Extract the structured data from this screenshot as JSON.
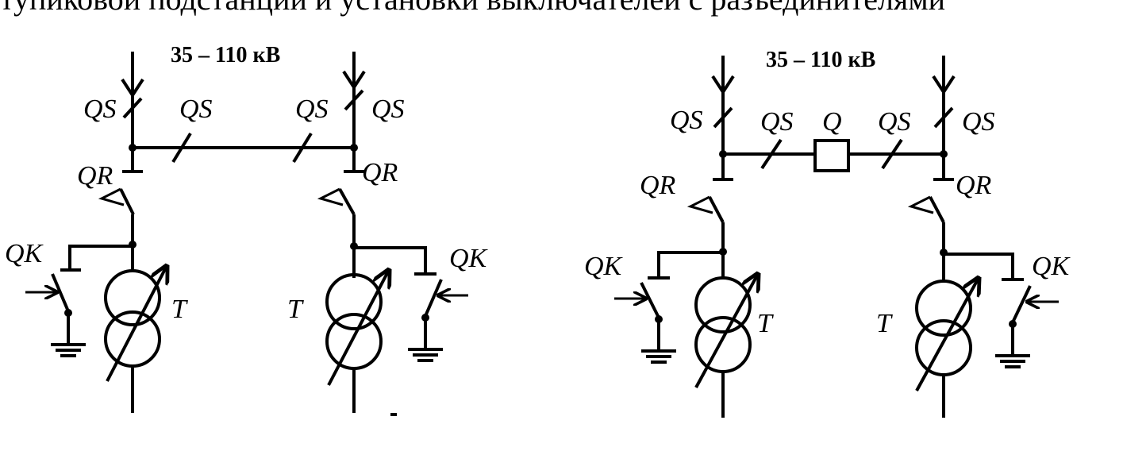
{
  "caption": "тупиковой подстанции и установки выключателей с разъединителями",
  "left_scheme": {
    "voltage": "35 – 110 кВ",
    "labels": {
      "qs_left_line": "QS",
      "qs_bridge_left": "QS",
      "qs_bridge_right": "QS",
      "qs_right_line": "QS",
      "qr_left": "QR",
      "qr_right": "QR",
      "qk_left": "QK",
      "qk_right": "QK",
      "t_left": "T",
      "t_right": "T"
    }
  },
  "right_scheme": {
    "voltage": "35 – 110 кВ",
    "labels": {
      "qs_left_line": "QS",
      "qs_bridge_left": "QS",
      "q_breaker": "Q",
      "qs_bridge_right": "QS",
      "qs_right_line": "QS",
      "qr_left": "QR",
      "qr_right": "QR",
      "qk_left": "QK",
      "qk_right": "QK",
      "t_left": "T",
      "t_right": "T"
    }
  }
}
